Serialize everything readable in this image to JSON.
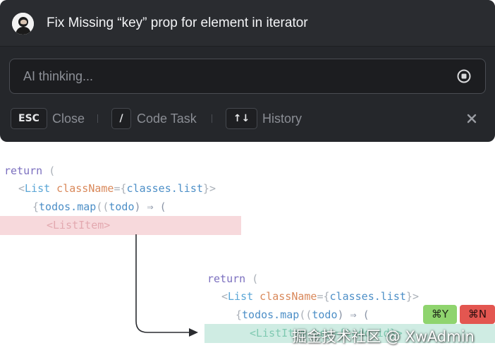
{
  "panel": {
    "title": "Fix Missing “key” prop for element in iterator",
    "input_text": "AI thinking...",
    "shortcuts": [
      {
        "key": "ESC",
        "label": "Close"
      },
      {
        "key": "/",
        "label": "Code Task"
      },
      {
        "key": "↑↓",
        "label": "History"
      }
    ],
    "icons": {
      "avatar": "user-avatar",
      "stop": "stop-circle-icon",
      "close": "close-icon"
    }
  },
  "code_before": {
    "line1": {
      "kw": "return",
      "paren": " ("
    },
    "line2": {
      "open": "<",
      "tag": "List",
      "attr": " className",
      "eq": "=",
      "brace_open": "{",
      "expr": "classes.list",
      "brace_close": "}",
      "close": ">"
    },
    "line3": {
      "brace_open": "{",
      "expr": "todos.map",
      "paren": "((",
      "arg": "todo",
      "rest": ") ⇒ ("
    },
    "line4": {
      "text": "<ListItem>"
    }
  },
  "code_after": {
    "line1": {
      "kw": "return",
      "paren": " ("
    },
    "line2": {
      "open": "<",
      "tag": "List",
      "attr": " className",
      "eq": "=",
      "brace_open": "{",
      "expr": "classes.list",
      "brace_close": "}",
      "close": ">"
    },
    "line3": {
      "brace_open": "{",
      "expr": "todos.map",
      "paren": "((",
      "arg": "todo",
      "rest": ") ⇒ ("
    },
    "line4": {
      "text": "<ListItem key={todo.id}>"
    }
  },
  "badges": {
    "accept": "⌘Y",
    "reject": "⌘N"
  },
  "watermark": "掘金技术社区 @ XwAdmin",
  "colors": {
    "panel_bg": "#25272b",
    "removed_bg": "#f7d9dc",
    "added_bg": "#cfece3",
    "accept": "#8fd46e",
    "reject": "#e35650"
  }
}
